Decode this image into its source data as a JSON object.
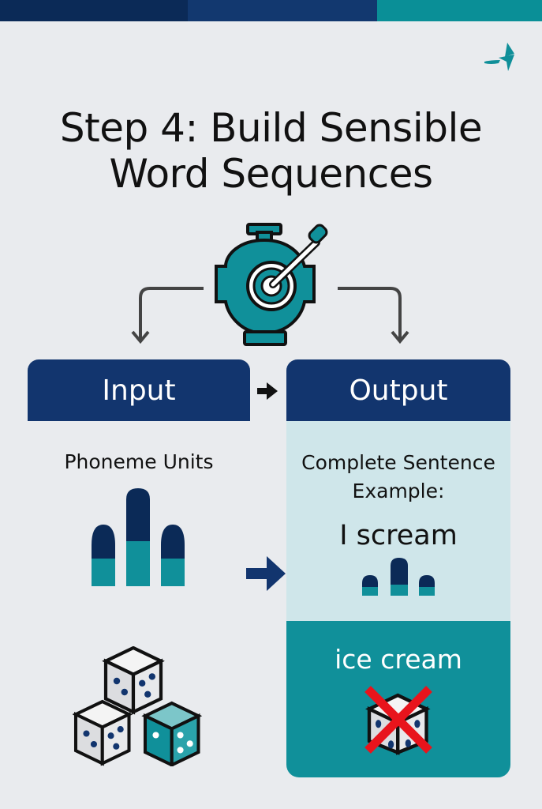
{
  "colors": {
    "navy": "#0b2a57",
    "blue": "#12356e",
    "teal": "#10909a",
    "light_teal": "#cfe6ea",
    "background": "#e9ebee",
    "red": "#e8141c"
  },
  "logo": {
    "icon": "bird-logo-icon"
  },
  "title": {
    "line1": "Step 4: Build Sensible",
    "line2": "Word Sequences"
  },
  "machine": {
    "icon": "machine-dial-icon"
  },
  "input": {
    "header": "Input",
    "label": "Phoneme Units",
    "icons": [
      "bar-icon",
      "dice-icon"
    ]
  },
  "output": {
    "header": "Output",
    "label_line1": "Complete Sentence",
    "label_line2": "Example:",
    "correct": "I scream",
    "wrong": "ice cream",
    "wrong_icon": "crossed-dice-icon"
  }
}
